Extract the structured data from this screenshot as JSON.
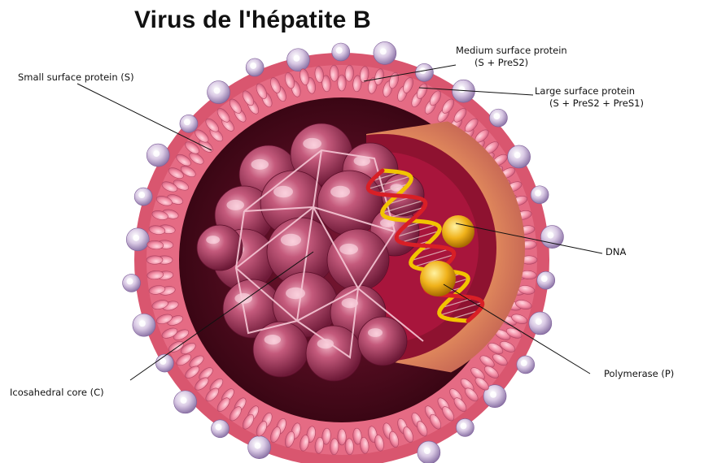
{
  "title": "Virus de l'hépatite B",
  "labels": {
    "small_surface": "Small surface protein (S)",
    "medium_surface_1": "Medium surface protein",
    "medium_surface_2": "(S + PreS2)",
    "large_surface_1": "Large surface protein",
    "large_surface_2": "(S + PreS2 + PreS1)",
    "dna": "DNA",
    "polymerase": "Polymerase (P)",
    "core": "Icosahedral core (C)"
  },
  "colors": {
    "membrane": "#f08aa0",
    "envelope_inner": "#5a0f24",
    "core": "#a23a5c",
    "dna_strand_1": "#f2c400",
    "dna_strand_2": "#d81f26",
    "protein_knob": "#c9b8d8"
  }
}
